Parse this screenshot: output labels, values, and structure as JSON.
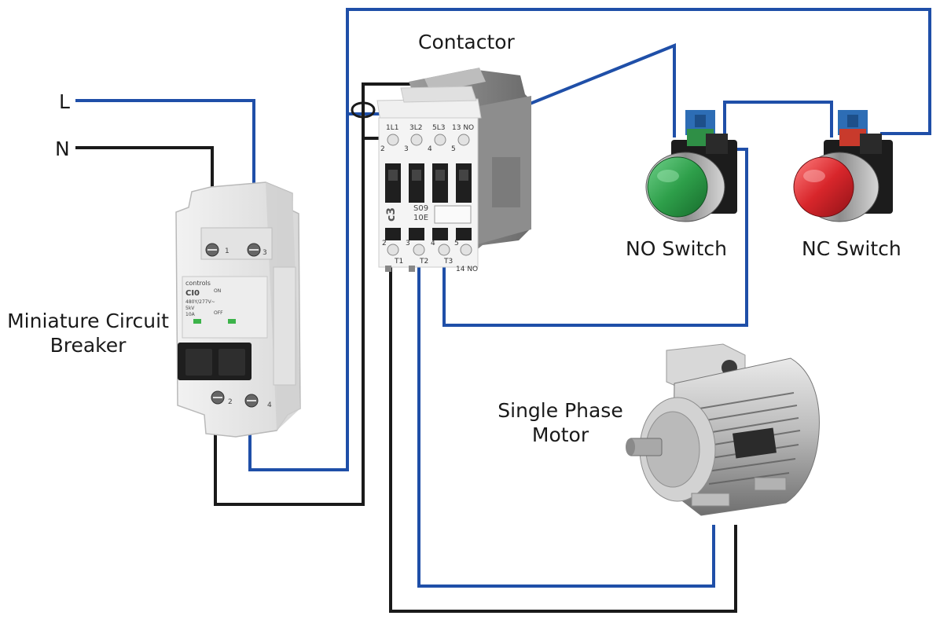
{
  "labels": {
    "line": "L",
    "neutral": "N",
    "contactor": "Contactor",
    "mcb_line1": "Miniature Circuit",
    "mcb_line2": "Breaker",
    "no_switch": "NO Switch",
    "nc_switch": "NC Switch",
    "motor_line1": "Single Phase",
    "motor_line2": "Motor"
  },
  "contactor": {
    "top_terminals": [
      "1L1",
      "3L2",
      "5L3",
      "13 NO"
    ],
    "top_numbers": [
      "2",
      "3",
      "4",
      "5"
    ],
    "bottom_terminals": [
      "T1",
      "T2",
      "T3",
      "14 NO"
    ],
    "bottom_numbers": [
      "2",
      "3",
      "4",
      "5"
    ],
    "model_line1": "S09",
    "model_line2": "10E"
  },
  "mcb": {
    "brand": "controls",
    "model": "CI0",
    "rating_line1": "480Y/277V~",
    "rating_line2": "5kV",
    "rating_line3": "10A",
    "on_label": "ON",
    "off_label": "OFF",
    "top_terminals": [
      "1",
      "3"
    ],
    "bottom_terminals": [
      "2",
      "4"
    ]
  },
  "colors": {
    "line_wire": "#1f4fa8",
    "neutral_wire": "#1a1a1a",
    "no_button": "#2e9f4a",
    "nc_button": "#d8262b",
    "terminal_block": "#2d6db5"
  }
}
